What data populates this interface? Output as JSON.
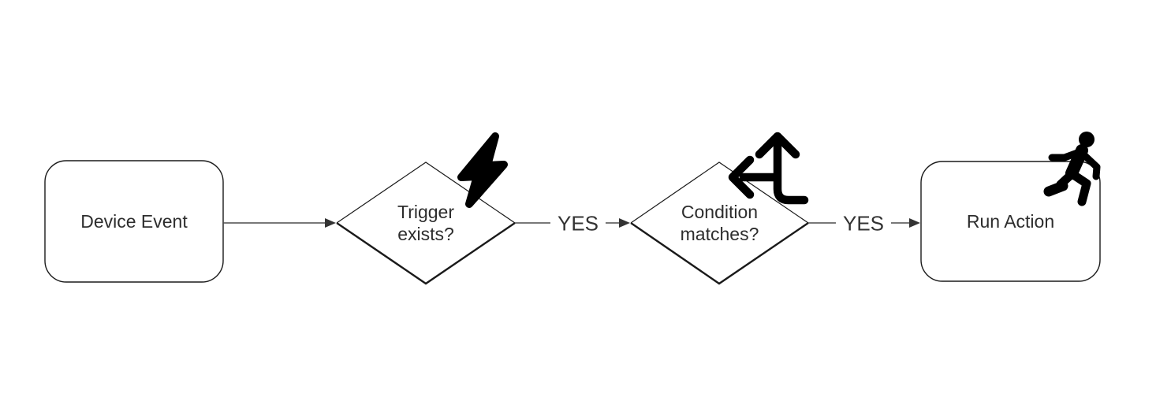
{
  "diagram": {
    "colors": {
      "background": "#ffffff",
      "shape_stroke": "#1a1a1a",
      "edge_stroke": "#4d4d4d",
      "text": "#2d2d2d",
      "icon": "#000000"
    },
    "nodes": [
      {
        "id": "device-event",
        "shape": "rounded-rectangle",
        "label": "Device Event"
      },
      {
        "id": "trigger-exists",
        "shape": "diamond",
        "label": "Trigger exists?",
        "label_line1": "Trigger",
        "label_line2": "exists?",
        "icon": "lightning-bolt-icon"
      },
      {
        "id": "condition-matches",
        "shape": "diamond",
        "label": "Condition matches?",
        "label_line1": "Condition",
        "label_line2": "matches?",
        "icon": "arrows-split-up-and-left-icon"
      },
      {
        "id": "run-action",
        "shape": "rounded-rectangle",
        "label": "Run Action",
        "icon": "person-running-icon"
      }
    ],
    "edges": [
      {
        "from": "device-event",
        "to": "trigger-exists",
        "label": ""
      },
      {
        "from": "trigger-exists",
        "to": "condition-matches",
        "label": "YES"
      },
      {
        "from": "condition-matches",
        "to": "run-action",
        "label": "YES"
      }
    ]
  }
}
